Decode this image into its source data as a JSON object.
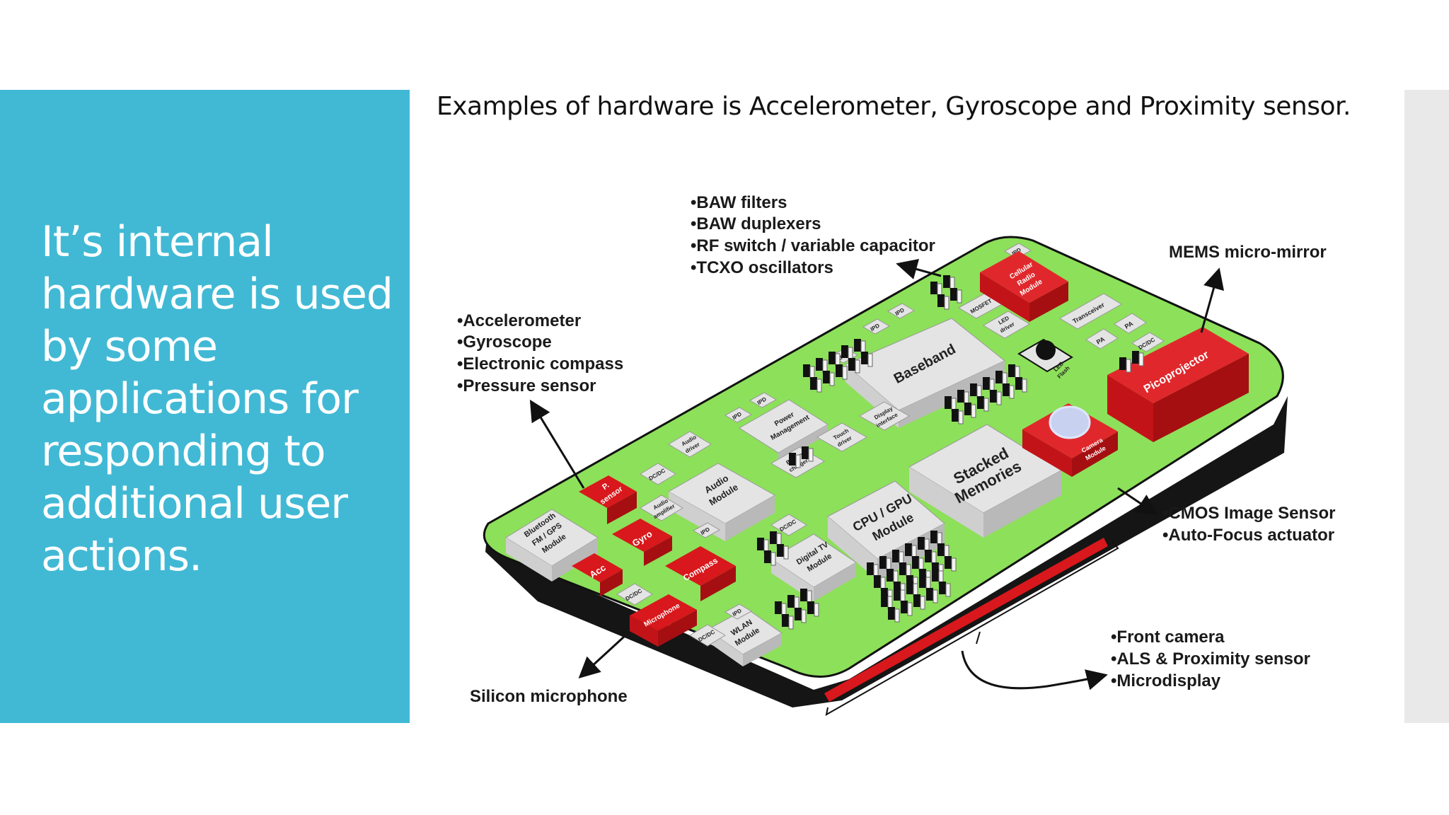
{
  "slide": {
    "left_text_lines": [
      "It’s internal",
      "hardware is used",
      "by some",
      "applications for",
      "responding to",
      "additional user",
      "actions."
    ],
    "heading": "Examples of hardware is Accelerometer, Gyroscope and Proximity sensor."
  },
  "diagram": {
    "callouts": {
      "top": [
        "•BAW filters",
        "•BAW duplexers",
        "•RF switch / variable capacitor",
        "•TCXO oscillators"
      ],
      "left": [
        "•Accelerometer",
        "•Gyroscope",
        "•Electronic compass",
        "•Pressure sensor"
      ],
      "mems": "MEMS micro-mirror",
      "cmos": [
        "•CMOS Image Sensor",
        "•Auto-Focus actuator"
      ],
      "front": [
        "•Front camera",
        "•ALS & Proximity sensor",
        "•Microdisplay"
      ],
      "mic": "Silicon microphone"
    },
    "modules": {
      "baseband": "Baseband",
      "stacked": "Stacked\nMemories",
      "stacked_1": "Stacked",
      "stacked_2": "Memories",
      "cpu_1": "CPU / GPU",
      "cpu_2": "Module",
      "audio_1": "Audio",
      "audio_2": "Module",
      "bt_1": "Bluetooth",
      "bt_2": "FM / GPS",
      "bt_3": "Module",
      "dtv_1": "Digital TV",
      "dtv_2": "Module",
      "wlan_1": "WLAN",
      "wlan_2": "Module",
      "power_1": "Power",
      "power_2": "Management",
      "cellular_1": "Cellular",
      "cellular_2": "Radio",
      "cellular_3": "Module",
      "picoprojector": "Picoprojector",
      "camera_1": "Camera",
      "camera_2": "Module",
      "p_sensor_1": "P.",
      "p_sensor_2": "sensor",
      "gyro": "Gyro",
      "acc": "Acc",
      "compass": "Compass",
      "microphone": "Microphone",
      "pa": "PA",
      "dcdc": "DC/DC",
      "ipd": "IPD",
      "transceiver": "Transceiver",
      "led_driver_1": "LED",
      "led_driver_2": "driver",
      "led_flash_1": "LED",
      "led_flash_2": "Flash",
      "mosfet": "MOSFET",
      "audio_driver_1": "Audio",
      "audio_driver_2": "driver",
      "audio_amp_1": "Audio",
      "audio_amp_2": "amplifier",
      "battery_1": "Battery",
      "battery_2": "charger",
      "touch_1": "Touch",
      "touch_2": "driver",
      "display_1": "Display",
      "display_2": "interface"
    },
    "colors": {
      "board": "#8de05a",
      "chip_red": "#d8181c",
      "chip_gray": "#e4e4e4",
      "board_edge": "#151515"
    }
  }
}
